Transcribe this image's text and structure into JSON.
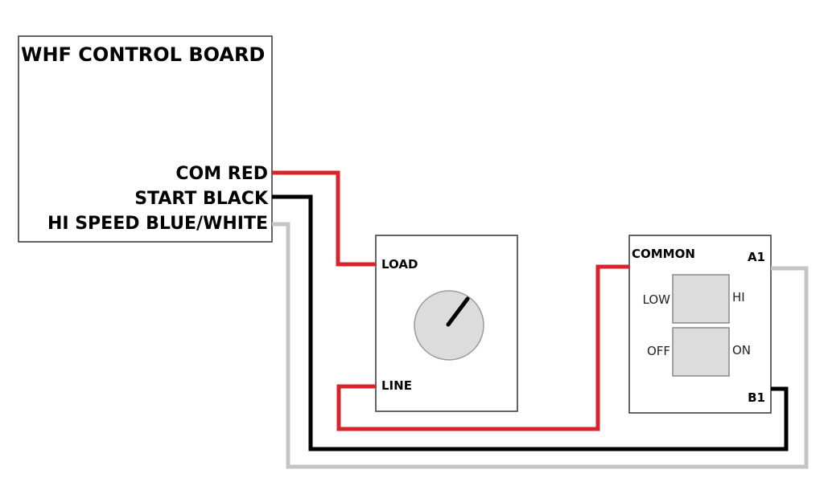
{
  "control_board": {
    "title": "WHF CONTROL BOARD",
    "terminals": {
      "com": "COM RED",
      "start": "START BLACK",
      "hi_speed": "HI SPEED BLUE/WHITE"
    }
  },
  "timer": {
    "load_label": "LOAD",
    "line_label": "LINE"
  },
  "switch": {
    "common_label": "COMMON",
    "a1_label": "A1",
    "b1_label": "B1",
    "speed_low_label": "LOW",
    "speed_hi_label": "HI",
    "power_off_label": "OFF",
    "power_on_label": "ON"
  },
  "colors": {
    "red_wire": "#d8232a",
    "black_wire": "#000000",
    "white_wire": "#c4c4c4"
  }
}
